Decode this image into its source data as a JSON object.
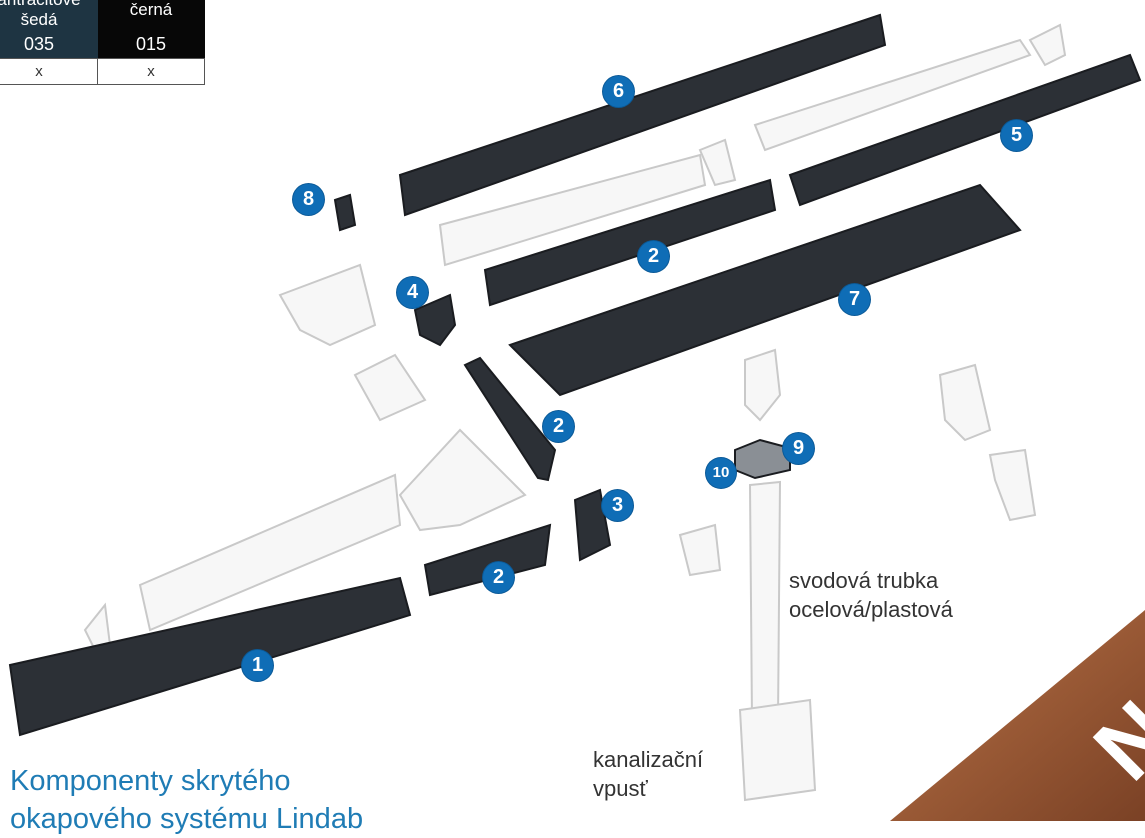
{
  "color_table": {
    "headers": [
      "antracitově šedá",
      "černá"
    ],
    "codes": [
      "035",
      "015"
    ],
    "marks": [
      "x",
      "x"
    ]
  },
  "badges": {
    "b1": "1",
    "b2a": "2",
    "b2b": "2",
    "b2c": "2",
    "b3": "3",
    "b4": "4",
    "b5": "5",
    "b6": "6",
    "b7": "7",
    "b8": "8",
    "b9": "9",
    "b10": "10"
  },
  "labels": {
    "downpipe_line1": "svodová trubka",
    "downpipe_line2": "ocelová/plastová",
    "drain_line1": "kanalizační",
    "drain_line2": "vpusť"
  },
  "title": {
    "line1": "Komponenty skrytého",
    "line2": "okapového systému Lindab"
  },
  "corner_text": "NO",
  "colors": {
    "profile_dark": "#2c3036",
    "badge_blue": "#0f6db6",
    "title_blue": "#1f7cb5",
    "copper": "#9a5a36"
  }
}
